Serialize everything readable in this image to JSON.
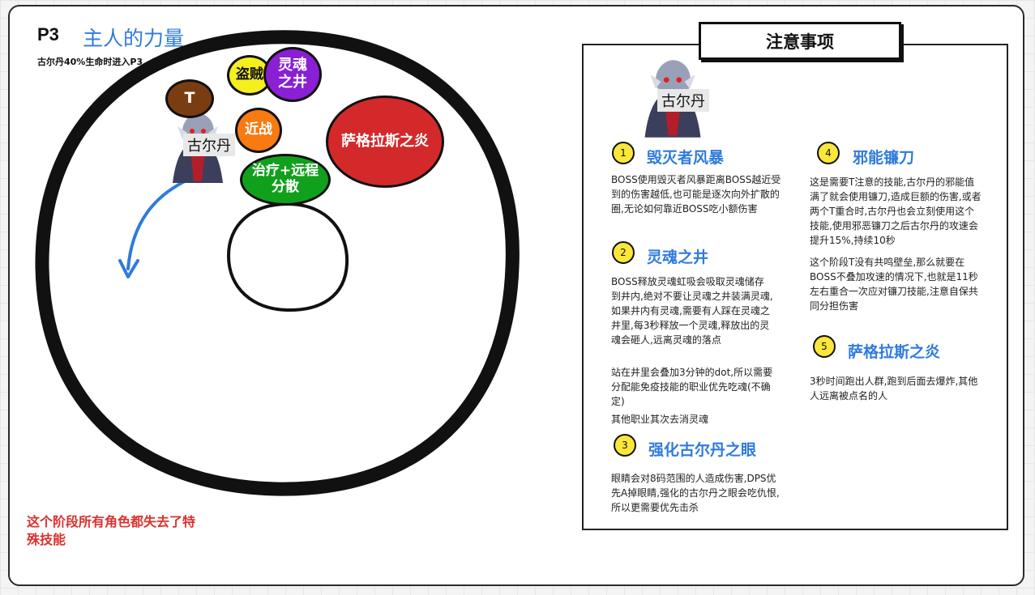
{
  "header": {
    "phase": "P3",
    "title": "主人的力量",
    "subtitle": "古尔丹40%生命时进入P3"
  },
  "arena": {
    "markers": {
      "tank": "T",
      "rogue": "盗贼",
      "soul_well": "灵魂之井",
      "melee": "近战",
      "heal_ranged": "治疗+远程分散",
      "flame": "萨格拉斯之炎"
    },
    "boss_label": "古尔丹",
    "colors": {
      "tank": "#7a3d12",
      "rogue": "#f5ef1d",
      "soul_well": "#8a1fd4",
      "melee": "#f77a12",
      "heal_ranged": "#11a01c",
      "flame": "#d4292b",
      "arrow": "#2f7bdc"
    }
  },
  "footnote": "这个阶段所有角色都失去了特殊技能",
  "notes_panel": {
    "title": "注意事项",
    "boss_label": "古尔丹",
    "sections": [
      {
        "number": "1",
        "title": "毁灭者风暴",
        "paragraphs": [
          "BOSS使用毁灭者风暴距离BOSS越近受到的伤害越低,也可能是逐次向外扩散的圈,无论如何靠近BOSS吃小额伤害"
        ]
      },
      {
        "number": "2",
        "title": "灵魂之井",
        "paragraphs": [
          "BOSS释放灵魂虹吸会吸取灵魂储存到井内,绝对不要让灵魂之井装满灵魂,如果井内有灵魂,需要有人踩在灵魂之井里,每3秒释放一个灵魂,释放出的灵魂会砸人,远离灵魂的落点",
          "站在井里会叠加3分钟的dot,所以需要分配能免疫技能的职业优先吃魂(不确定)",
          "其他职业其次去消灵魂"
        ]
      },
      {
        "number": "3",
        "title": "强化古尔丹之眼",
        "paragraphs": [
          "眼睛会对8码范围的人造成伤害,DPS优先A掉眼睛,强化的古尔丹之眼会吃仇恨,所以更需要优先击杀"
        ]
      },
      {
        "number": "4",
        "title": "邪能镰刀",
        "paragraphs": [
          "这是需要T注意的技能,古尔丹的邪能值满了就会使用镰刀,造成巨额的伤害,或者两个T重合时,古尔丹也会立刻使用这个技能,使用邪恶镰刀之后古尔丹的攻速会提升15%,持续10秒",
          "这个阶段T没有共鸣壁垒,那么就要在BOSS不叠加攻速的情况下,也就是11秒左右重合一次应对镰刀技能,注意自保共同分担伤害"
        ]
      },
      {
        "number": "5",
        "title": "萨格拉斯之炎",
        "paragraphs": [
          "3秒时间跑出人群,跑到后面去爆炸,其他人远离被点名的人"
        ]
      }
    ]
  }
}
